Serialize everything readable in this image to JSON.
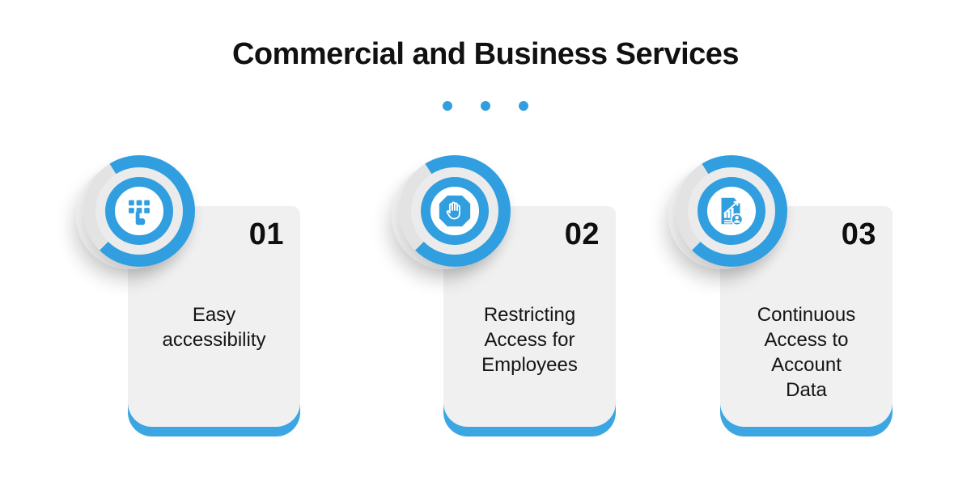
{
  "header": {
    "title": "Commercial and Business Services",
    "separator_dots": 3
  },
  "cards": [
    {
      "number": "01",
      "label": "Easy\naccessibility",
      "icon": "keypad-touch-icon"
    },
    {
      "number": "02",
      "label": "Restricting\nAccess for\nEmployees",
      "icon": "stop-hand-icon"
    },
    {
      "number": "03",
      "label": "Continuous\nAccess to\nAccount\nData",
      "icon": "report-account-data-icon"
    }
  ],
  "colors": {
    "accent": "#319fdf",
    "accent_bar": "#3ba6e2",
    "card_bg": "#f0f0f1",
    "ring_gap": "#e3e3e4",
    "badge_mid": "#ebebec",
    "back_circle": "#e2e2e4",
    "title_text": "#111111",
    "body_text": "#141414",
    "page_bg": "#ffffff"
  }
}
